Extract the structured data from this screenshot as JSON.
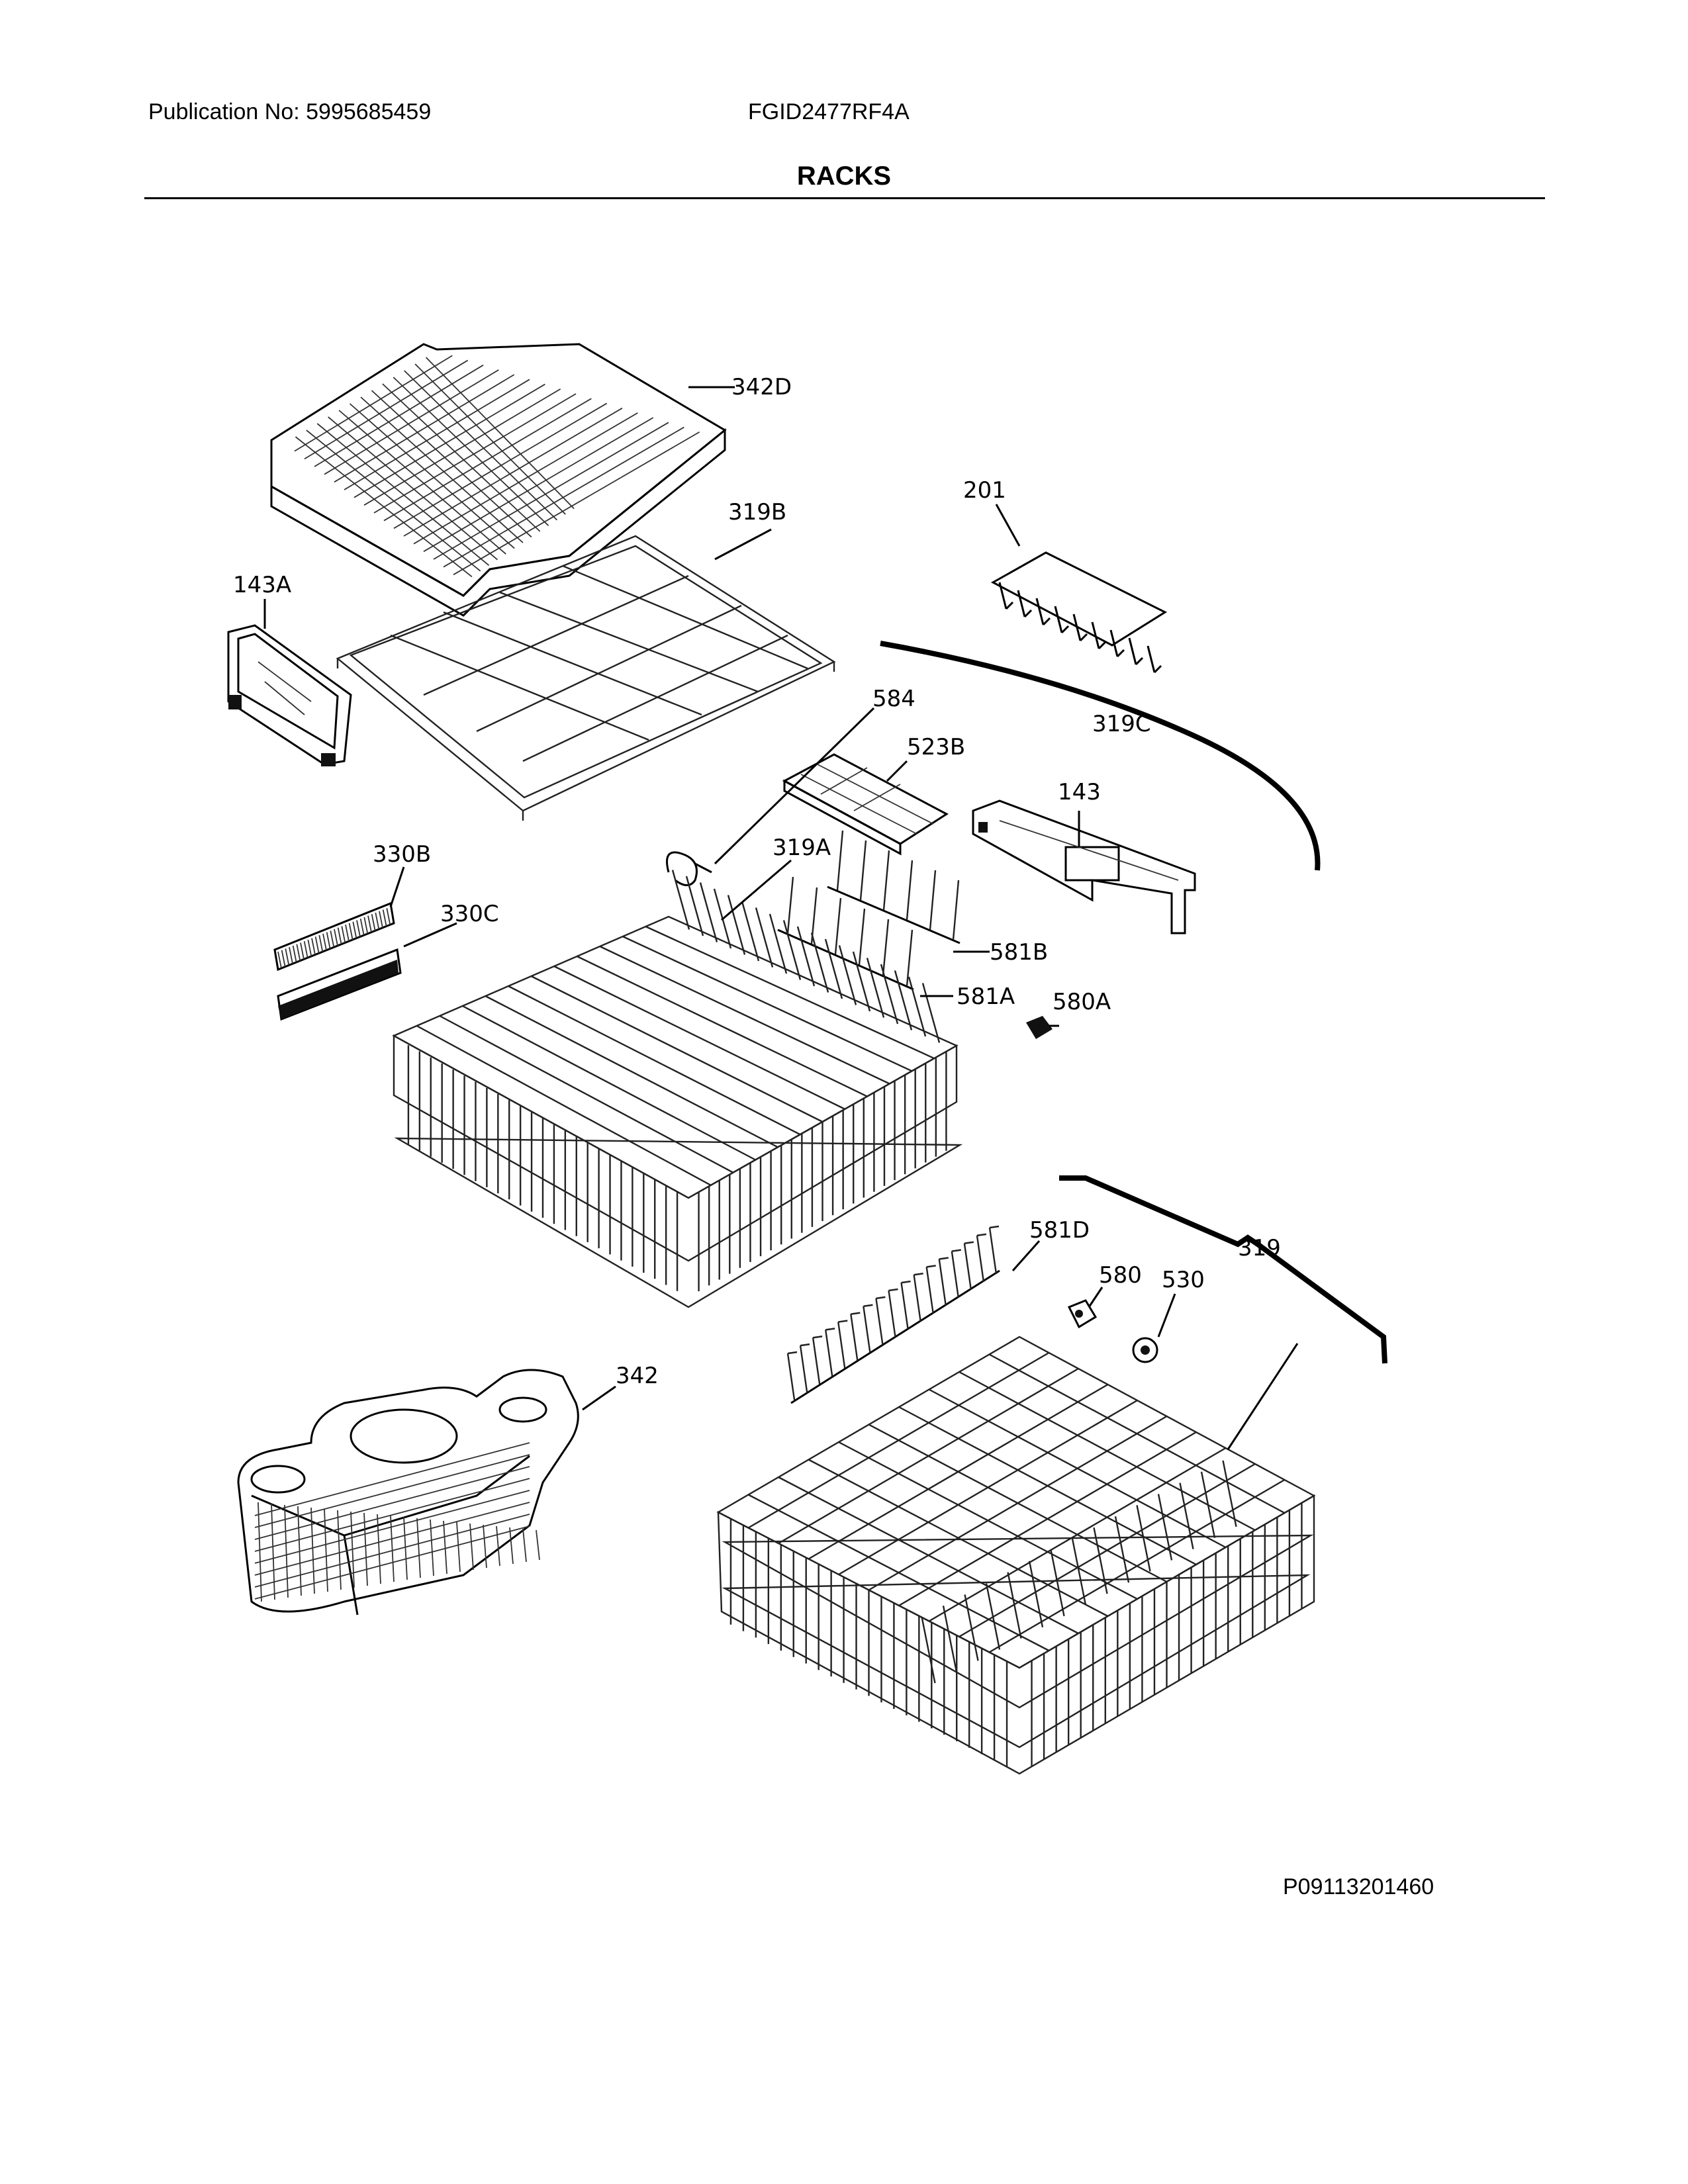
{
  "header": {
    "publication": "Publication No: 5995685459",
    "model": "FGID2477RF4A",
    "title": "RACKS"
  },
  "footer": {
    "code": "P09113201460"
  },
  "callouts": {
    "c342D": "342D",
    "c201": "201",
    "c319B": "319B",
    "c143A": "143A",
    "c584": "584",
    "c319C": "319C",
    "c523B": "523B",
    "c143": "143",
    "c330B": "330B",
    "c330C": "330C",
    "c319A": "319A",
    "c581B": "581B",
    "c581A": "581A",
    "c580A": "580A",
    "c581D": "581D",
    "c580": "580",
    "c530": "530",
    "c319": "319",
    "c342": "342"
  }
}
